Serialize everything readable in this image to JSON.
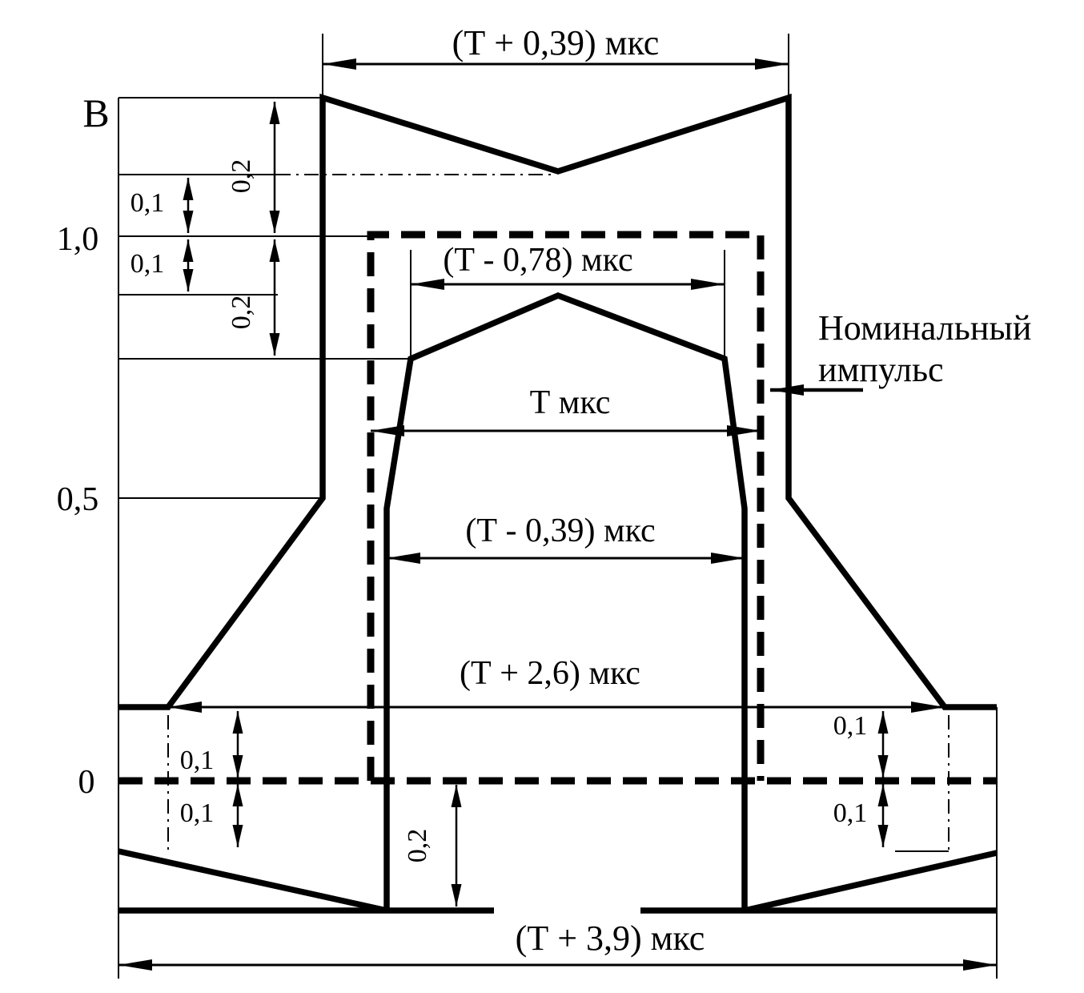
{
  "figure": {
    "background": "#ffffff",
    "line_color": "#000000",
    "description_type": "pulse-tolerance-mask-diagram"
  },
  "axis_labels": {
    "unit": "В",
    "level_1_0": "1,0",
    "level_0_5": "0,5",
    "level_0": "0"
  },
  "time_dimensions": {
    "outer_top_width": "(Т + 0,39) мкс",
    "inner_top_width": "(Т - 0,78) мкс",
    "nominal_width": "Т мкс",
    "inner_mid_width": "(Т - 0,39) мкс",
    "outer_base_width": "(Т + 2,6) мкс",
    "total_width": "(Т + 3,9) мкс"
  },
  "tolerance_dimensions": {
    "tol_0_1": "0,1",
    "tol_0_2": "0,2"
  },
  "annotation": {
    "nominal_pulse_line1": "Номинальный",
    "nominal_pulse_line2": "импульс"
  }
}
